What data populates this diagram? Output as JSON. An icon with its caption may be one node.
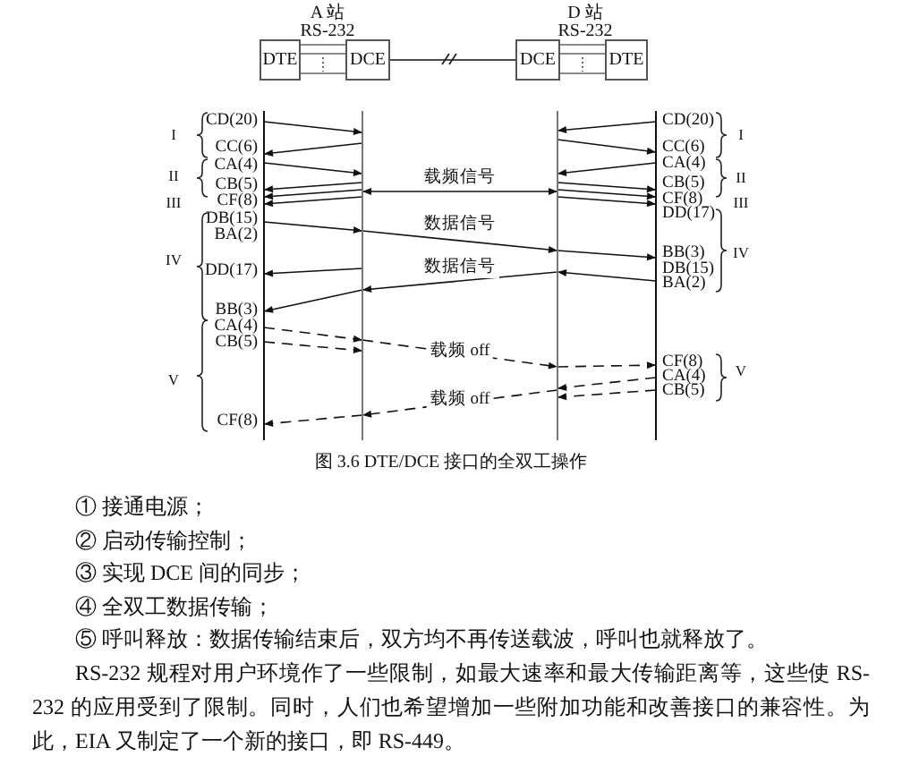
{
  "diagram": {
    "caption": "图 3.6 DTE/DCE 接口的全双工操作",
    "nodes": [
      {
        "text": [
          "DTE"
        ]
      },
      {
        "text": [],
        "shape": "box"
      },
      {
        "text": [
          "DCE"
        ]
      },
      {
        "text": [
          "DCE"
        ]
      },
      {
        "text": [],
        "shape": "box"
      },
      {
        "text": [
          "DTE"
        ]
      },
      {
        "text": [],
        "shape": "line"
      },
      {
        "text": [],
        "shape": "line"
      },
      {
        "text": [],
        "shape": "line"
      },
      {
        "text": [],
        "shape": "line"
      }
    ],
    "edges": [
      {
        "from": 2,
        "to": 3,
        "arrow": "none"
      },
      {
        "from": 6,
        "to": 7,
        "arrow": "to"
      },
      {
        "from": 7,
        "to": 6,
        "arrow": "to"
      },
      {
        "from": 6,
        "to": 7,
        "arrow": "to"
      },
      {
        "from": 7,
        "to": 6,
        "arrow": "to"
      },
      {
        "from": 7,
        "to": 6,
        "arrow": "to"
      },
      {
        "from": 7,
        "to": 6,
        "arrow": "to"
      },
      {
        "from": 6,
        "to": 7,
        "arrow": "to"
      },
      {
        "from": 7,
        "to": 8,
        "arrow": "to",
        "label": "数据信号"
      },
      {
        "from": 8,
        "to": 9,
        "arrow": "to"
      },
      {
        "from": 7,
        "to": 6,
        "arrow": "to"
      },
      {
        "from": 8,
        "to": 7,
        "arrow": "to",
        "label": "数据信号"
      },
      {
        "from": 7,
        "to": 6,
        "arrow": "to"
      },
      {
        "from": 9,
        "to": 8,
        "arrow": "to"
      },
      {
        "from": 7,
        "to": 8,
        "arrow": "both",
        "label": "载频信号"
      },
      {
        "from": 9,
        "to": 8,
        "arrow": "to"
      },
      {
        "from": 8,
        "to": 9,
        "arrow": "to"
      },
      {
        "from": 9,
        "to": 8,
        "arrow": "to"
      },
      {
        "from": 8,
        "to": 9,
        "arrow": "to"
      },
      {
        "from": 8,
        "to": 9,
        "arrow": "to"
      },
      {
        "from": 8,
        "to": 9,
        "arrow": "to"
      },
      {
        "from": 6,
        "to": 7,
        "arrow": "to",
        "style": "dashed"
      },
      {
        "from": 6,
        "to": 7,
        "arrow": "to",
        "style": "dashed"
      },
      {
        "from": 7,
        "to": 8,
        "arrow": "to",
        "style": "dashed",
        "label": "载频 off"
      },
      {
        "from": 8,
        "to": 9,
        "arrow": "to",
        "style": "dashed"
      },
      {
        "from": 9,
        "to": 8,
        "arrow": "to",
        "style": "dashed"
      },
      {
        "from": 9,
        "to": 8,
        "arrow": "to",
        "style": "dashed"
      },
      {
        "from": 8,
        "to": 7,
        "arrow": "to",
        "style": "dashed",
        "label": "载频 off"
      },
      {
        "from": 7,
        "to": 6,
        "arrow": "to",
        "style": "dashed"
      }
    ],
    "labels": [
      "A 站",
      "RS-232",
      "D 站",
      "RS-232",
      "CD(20)",
      "CC(6)",
      "CA(4)",
      "CB(5)",
      "CF(8)",
      "DB(15)",
      "BA(2)",
      "DD(17)",
      "BB(3)",
      "CA(4)",
      "CB(5)",
      "CF(8)",
      "CD(20)",
      "CC(6)",
      "CA(4)",
      "CB(5)",
      "CF(8)",
      "DD(17)",
      "BB(3)",
      "DB(15)",
      "BA(2)",
      "CF(8)",
      "CA(4)",
      "CB(5)",
      "I",
      "II",
      "III",
      "IV",
      "V",
      "I",
      "II",
      "III",
      "IV",
      "V",
      "① 接通电源；",
      "② 启动传输控制；",
      "③ 实现 DCE 间的同步；",
      "④ 全双工数据传输；",
      "⑤ 呼叫释放：数据传输结束后，双方均不再传送载波，呼叫也就释放了。",
      "RS-232 规程对用户环境作了一些限制，如最大速率和最大传输距离等，这些使 RS-232 的应用受到了限制。同时，人们也希望增加一些附加功能和改善接口的兼容性。为此，EIA 又制定了一个新的接口，即 RS-449。"
    ]
  }
}
